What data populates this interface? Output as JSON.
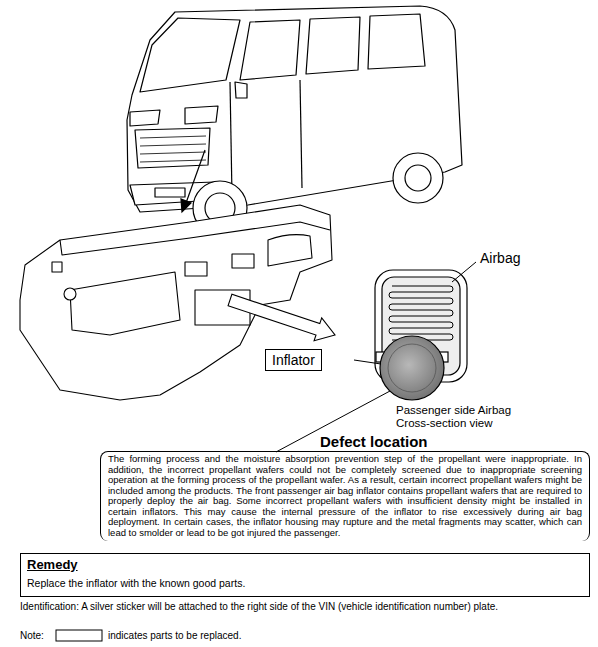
{
  "diagram": {
    "nodes": [
      {
        "text": [
          "Inflator"
        ]
      },
      {
        "text": [
          "Defect location",
          "The forming process and the moisture absorption prevention step of the propellant were inappropriate. In addition, the incorrect propellant wafers could not be completely screened due to inappropriate screening operation at the forming process of the propellant wafer. As a result, certain incorrect propellant wafers might be included among the products. The front passenger air bag inflator contains propellant wafers that are required to properly deploy the air bag. Some incorrect propellant wafers with insufficient density might be installed in certain inflators. This may cause the internal pressure of the inflator to rise excessively during air bag deployment. In certain cases, the inflator housing may rupture and the metal fragments may scatter, which can lead to smolder or lead to be got injured the passenger."
        ]
      },
      {
        "text": [
          "Remedy",
          "Replace the inflator with the known good parts."
        ]
      }
    ],
    "labels": [
      "Airbag",
      "Passenger side Airbag Cross-section view",
      "Identification: A silver sticker will be attached to the right side of the VIN (vehicle identification number) plate.",
      "Note:",
      "indicates parts to be replaced."
    ]
  }
}
